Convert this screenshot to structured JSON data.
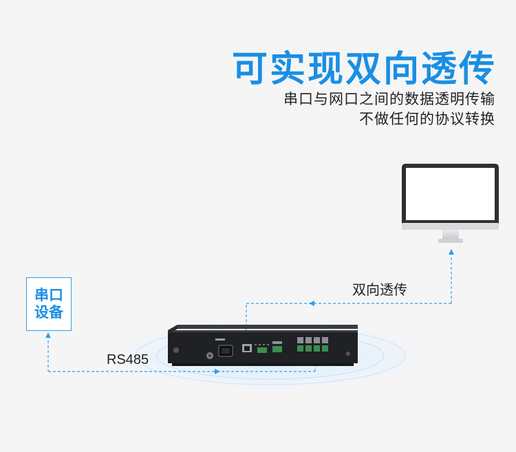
{
  "headline": "可实现双向透传",
  "description": {
    "line1": "串口与网口之间的数据透明传输",
    "line2": "不做任何的协议转换"
  },
  "serial_device": {
    "line1": "串口",
    "line2": "设备"
  },
  "links": {
    "rs485_label": "RS485",
    "bidirectional_label": "双向透传"
  },
  "colors": {
    "accent": "#1a8fe3",
    "dash": "#2f9fe8",
    "background": "#f5f5f6"
  }
}
